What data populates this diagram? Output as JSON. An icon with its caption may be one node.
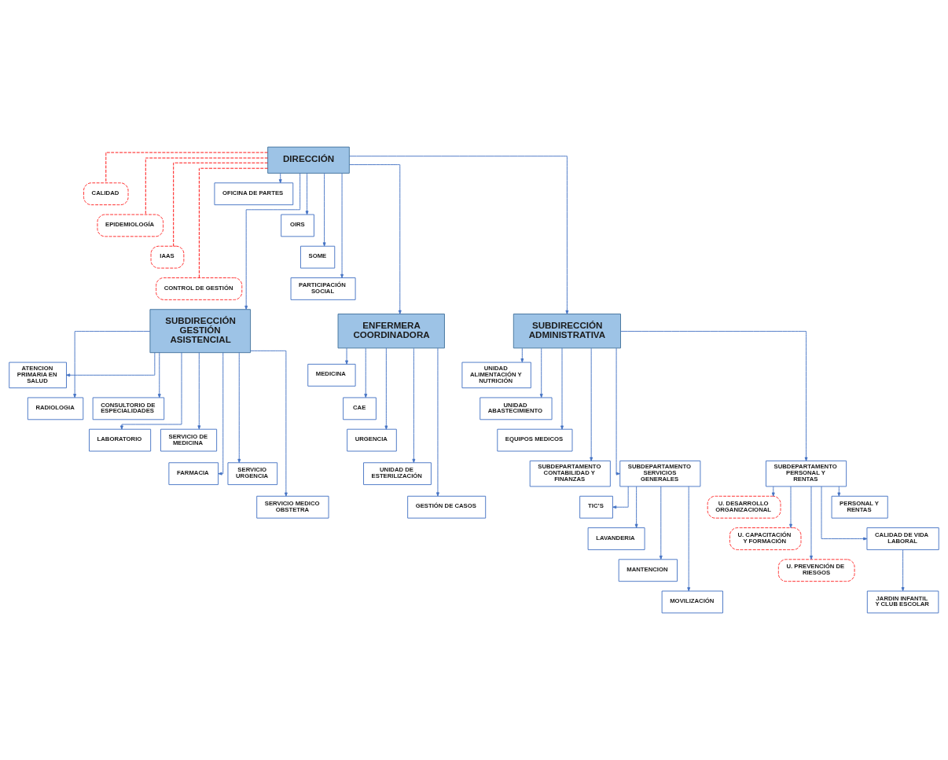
{
  "diagram": {
    "nodes": [
      {
        "text": [
          "DIRECCIÓN"
        ]
      },
      {
        "text": [
          "CALIDAD"
        ]
      },
      {
        "text": [
          "EPIDEMIOLOGÍA"
        ]
      },
      {
        "text": [
          "IAAS"
        ]
      },
      {
        "text": [
          "CONTROL DE GESTIÓN"
        ]
      },
      {
        "text": [
          "OFICINA DE PARTES"
        ]
      },
      {
        "text": [
          "OIRS"
        ]
      },
      {
        "text": [
          "SOME"
        ]
      },
      {
        "text": [
          "PARTICIPACIÓN SOCIAL"
        ]
      },
      {
        "text": [
          "SUBDIRECCIÓN GESTIÓN ASISTENCIAL"
        ]
      },
      {
        "text": [
          "ENFERMERA COORDINADORA"
        ]
      },
      {
        "text": [
          "SUBDIRECCIÓN ADMINISTRATIVA"
        ]
      },
      {
        "text": [
          "ATENCION PRIMARIA EN SALUD"
        ]
      },
      {
        "text": [
          "RADIOLOGIA"
        ]
      },
      {
        "text": [
          "CONSULTORIO DE ESPECIALIDADES"
        ]
      },
      {
        "text": [
          "LABORATORIO"
        ]
      },
      {
        "text": [
          "SERVICIO DE MEDICINA"
        ]
      },
      {
        "text": [
          "FARMACIA"
        ]
      },
      {
        "text": [
          "SERVICIO URGENCIA"
        ]
      },
      {
        "text": [
          "SERVICIO MEDICO OBSTETRA"
        ]
      },
      {
        "text": [
          "MEDICINA"
        ]
      },
      {
        "text": [
          "CAE"
        ]
      },
      {
        "text": [
          "URGENCIA"
        ]
      },
      {
        "text": [
          "UNIDAD DE ESTERILIZACIÓN"
        ]
      },
      {
        "text": [
          "GESTIÓN DE CASOS"
        ]
      },
      {
        "text": [
          "UNIDAD ALIMENTACIÓN Y NUTRICIÓN"
        ]
      },
      {
        "text": [
          "UNIDAD ABASTECIMIENTO"
        ]
      },
      {
        "text": [
          "EQUIPOS MEDICOS"
        ]
      },
      {
        "text": [
          "SUBDEPARTAMENTO CONTABILIDAD Y FINANZAS"
        ]
      },
      {
        "text": [
          "SUBDEPARTAMENTO SERVICIOS GENERALES"
        ]
      },
      {
        "text": [
          "SUBDEPARTAMENTO PERSONAL Y RENTAS"
        ]
      },
      {
        "text": [
          "TIC’S"
        ]
      },
      {
        "text": [
          "LAVANDERIA"
        ]
      },
      {
        "text": [
          "MANTENCION"
        ]
      },
      {
        "text": [
          "MOVILIZACIÓN"
        ]
      },
      {
        "text": [
          "U. DESARROLLO ORGANIZACIONAL"
        ]
      },
      {
        "text": [
          "U. CAPACITACIÓN Y FORMACIÓN"
        ]
      },
      {
        "text": [
          "U. PREVENCIÓN DE RIESGOS"
        ]
      },
      {
        "text": [
          "PERSONAL Y RENTAS"
        ]
      },
      {
        "text": [
          "CALIDAD DE VIDA LABORAL"
        ]
      },
      {
        "text": [
          "JARDIN INFANTIL Y CLUB ESCOLAR"
        ]
      }
    ],
    "edges": [
      {
        "from": 0,
        "to": 5,
        "arrow": "to"
      },
      {
        "from": 0,
        "to": 1,
        "arrow": "none",
        "style": "dashed",
        "color": "#ff0000"
      },
      {
        "from": 0,
        "to": 6,
        "arrow": "to"
      },
      {
        "from": 0,
        "to": 2,
        "arrow": "none",
        "style": "dashed",
        "color": "#ff0000"
      },
      {
        "from": 0,
        "to": 7,
        "arrow": "to"
      },
      {
        "from": 0,
        "to": 3,
        "arrow": "none",
        "style": "dashed",
        "color": "#ff0000"
      },
      {
        "from": 0,
        "to": 8,
        "arrow": "to"
      },
      {
        "from": 0,
        "to": 4,
        "arrow": "none",
        "style": "dashed",
        "color": "#ff0000"
      },
      {
        "from": 0,
        "to": 9,
        "arrow": "to"
      },
      {
        "from": 0,
        "to": 10,
        "arrow": "to"
      },
      {
        "from": 0,
        "to": 11,
        "arrow": "to"
      },
      {
        "from": 9,
        "to": 12,
        "arrow": "to"
      },
      {
        "from": 9,
        "to": 13,
        "arrow": "to"
      },
      {
        "from": 9,
        "to": 14,
        "arrow": "to"
      },
      {
        "from": 9,
        "to": 15,
        "arrow": "to"
      },
      {
        "from": 9,
        "to": 16,
        "arrow": "to"
      },
      {
        "from": 9,
        "to": 17,
        "arrow": "to"
      },
      {
        "from": 9,
        "to": 18,
        "arrow": "to"
      },
      {
        "from": 9,
        "to": 19,
        "arrow": "to"
      },
      {
        "from": 10,
        "to": 20,
        "arrow": "to"
      },
      {
        "from": 10,
        "to": 21,
        "arrow": "to"
      },
      {
        "from": 10,
        "to": 22,
        "arrow": "to"
      },
      {
        "from": 10,
        "to": 23,
        "arrow": "to"
      },
      {
        "from": 10,
        "to": 24,
        "arrow": "to"
      },
      {
        "from": 11,
        "to": 25,
        "arrow": "to"
      },
      {
        "from": 11,
        "to": 26,
        "arrow": "to"
      },
      {
        "from": 11,
        "to": 27,
        "arrow": "to"
      },
      {
        "from": 11,
        "to": 28,
        "arrow": "to"
      },
      {
        "from": 11,
        "to": 29,
        "arrow": "to"
      },
      {
        "from": 11,
        "to": 30,
        "arrow": "to"
      },
      {
        "from": 29,
        "to": 31,
        "arrow": "to"
      },
      {
        "from": 29,
        "to": 32,
        "arrow": "to"
      },
      {
        "from": 29,
        "to": 33,
        "arrow": "to"
      },
      {
        "from": 29,
        "to": 34,
        "arrow": "to"
      },
      {
        "from": 30,
        "to": 35,
        "arrow": "to"
      },
      {
        "from": 30,
        "to": 38,
        "arrow": "to"
      },
      {
        "from": 30,
        "to": 36,
        "arrow": "to"
      },
      {
        "from": 30,
        "to": 39,
        "arrow": "to"
      },
      {
        "from": 30,
        "to": 37,
        "arrow": "to"
      },
      {
        "from": 39,
        "to": 40,
        "arrow": "to"
      }
    ]
  }
}
